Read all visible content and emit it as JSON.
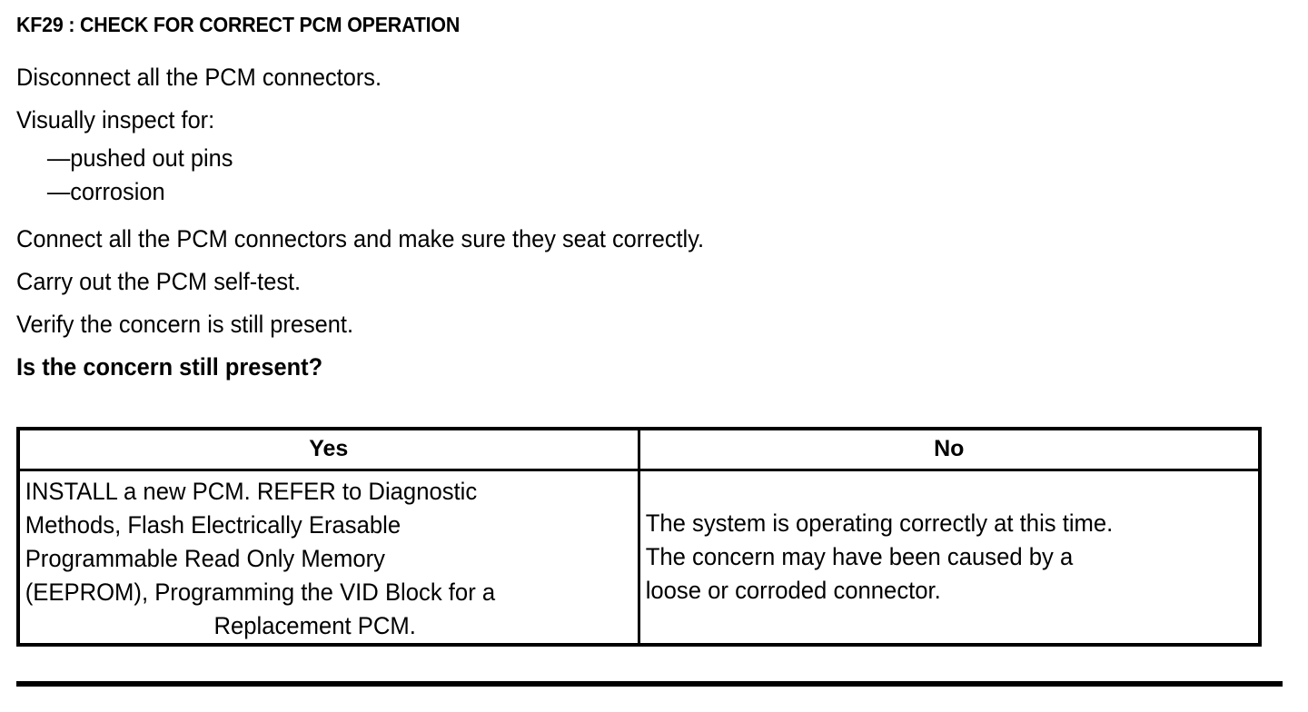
{
  "document": {
    "heading": "KF29 : CHECK FOR CORRECT PCM OPERATION",
    "instructions": [
      {
        "text": "Disconnect all the PCM connectors.",
        "bold": false
      },
      {
        "text": "Visually inspect for:",
        "bold": false
      }
    ],
    "sub_items": [
      "—pushed out pins",
      "—corrosion"
    ],
    "instructions_after": [
      {
        "text": "Connect all the PCM connectors and make sure they seat correctly.",
        "bold": false
      },
      {
        "text": "Carry out the PCM self-test.",
        "bold": false
      },
      {
        "text": "Verify the concern is still present.",
        "bold": false
      },
      {
        "text": "Is the concern still present?",
        "bold": true
      }
    ],
    "question": "Is the concern still present?"
  },
  "decision_table": {
    "headers": {
      "yes": "Yes",
      "no": "No"
    },
    "yes_cell": {
      "lines": [
        "INSTALL a new PCM. REFER to Diagnostic",
        "Methods, Flash Electrically Erasable",
        "Programmable Read Only Memory",
        "(EEPROM), Programming the VID Block for a",
        "Replacement PCM."
      ],
      "full_text": "INSTALL a new PCM. REFER to Diagnostic Methods, Flash Electrically Erasable Programmable Read Only Memory (EEPROM), Programming the VID Block for a Replacement PCM."
    },
    "no_cell": {
      "lines": [
        "The system is operating correctly at this time.",
        "The concern may have been caused by a",
        "loose or corroded connector."
      ],
      "full_text": "The system is operating correctly at this time. The concern may have been caused by a loose or corroded connector."
    }
  },
  "colors": {
    "text": "#000000",
    "background": "#ffffff",
    "border": "#000000"
  }
}
